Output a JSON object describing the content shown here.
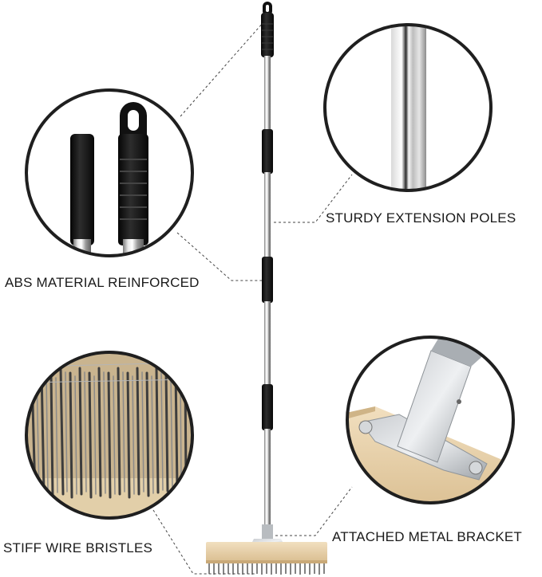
{
  "callouts": {
    "abs_material": "ABS MATERIAL REINFORCED",
    "extension_poles": "STURDY EXTENSION POLES",
    "wire_bristles": "STIFF WIRE BRISTLES",
    "metal_bracket": "ATTACHED METAL BRACKET"
  },
  "colors": {
    "background": "#ffffff",
    "ring": "#1f1f1f",
    "grip": "#141414",
    "chrome_light": "#f2f2f2",
    "chrome_dark": "#6e6e6e",
    "wood": "#e8d2ad",
    "bristle": "#5a5a5a",
    "leader_line": "#444444"
  }
}
